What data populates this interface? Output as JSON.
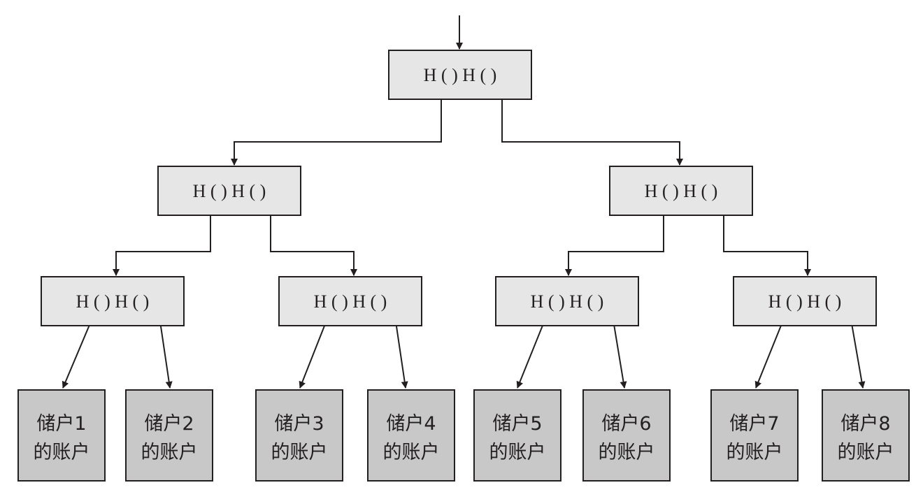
{
  "hash_node_label": "H ( ) H ( )",
  "hash_node_label_pieces": [
    "H",
    "(",
    ")",
    "H",
    "(",
    ")"
  ],
  "leaves": [
    {
      "line1": "储户1",
      "line2": "的账户"
    },
    {
      "line1": "储户2",
      "line2": "的账户"
    },
    {
      "line1": "储户3",
      "line2": "的账户"
    },
    {
      "line1": "储户4",
      "line2": "的账户"
    },
    {
      "line1": "储户5",
      "line2": "的账户"
    },
    {
      "line1": "储户6",
      "line2": "的账户"
    },
    {
      "line1": "储户7",
      "line2": "的账户"
    },
    {
      "line1": "储户8",
      "line2": "的账户"
    }
  ],
  "colors": {
    "stroke": "#231f20",
    "hash_node_fill": "#e6e6e7",
    "leaf_fill": "#c8c8c9",
    "background": "#ffffff"
  }
}
